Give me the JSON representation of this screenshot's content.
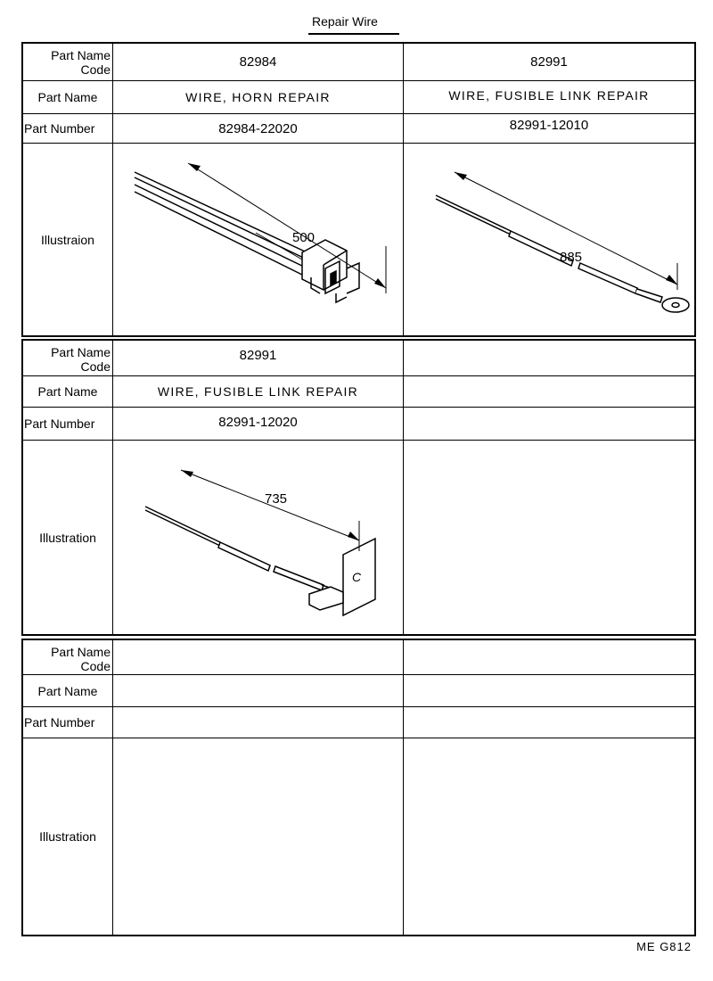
{
  "title": "Repair Wire",
  "labels": {
    "part_name_code_1": "Part Name",
    "part_name_code_2": "Code",
    "part_name": "Part Name",
    "part_number": "Part Number"
  },
  "panels": [
    {
      "illustration_label": "Illustraion",
      "columns": [
        {
          "code": "82984",
          "name": "WIRE, HORN REPAIR",
          "number": "82984-22020",
          "dimension": "500"
        },
        {
          "code": "82991",
          "name": "WIRE, FUSIBLE LINK REPAIR",
          "number": "82991-12010",
          "dimension": "885"
        }
      ]
    },
    {
      "illustration_label": "Illustration",
      "columns": [
        {
          "code": "82991",
          "name": "WIRE, FUSIBLE LINK REPAIR",
          "number": "82991-12020",
          "dimension": "735",
          "bracket_letter": "C"
        },
        {
          "code": "",
          "name": "",
          "number": ""
        }
      ]
    },
    {
      "illustration_label": "Illustration",
      "columns": [
        {
          "code": "",
          "name": "",
          "number": ""
        },
        {
          "code": "",
          "name": "",
          "number": ""
        }
      ]
    }
  ],
  "footer": "ME  G812"
}
